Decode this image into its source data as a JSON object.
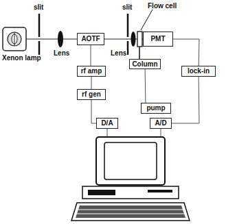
{
  "diagram": {
    "nodes": [
      {
        "text": [
          "AOTF"
        ]
      },
      {
        "text": [
          "PMT"
        ]
      },
      {
        "text": [
          "rf amp"
        ]
      },
      {
        "text": [
          "Column"
        ]
      },
      {
        "text": [
          "pump"
        ]
      },
      {
        "text": [
          "rf gen"
        ]
      },
      {
        "text": [
          "lock-in"
        ]
      },
      {
        "text": [
          "D/A"
        ]
      },
      {
        "text": [
          "A/D"
        ]
      }
    ],
    "edges": [
      {
        "from": 0,
        "to": 2,
        "arrow": "none"
      },
      {
        "from": 2,
        "to": 5,
        "arrow": "none"
      },
      {
        "from": 5,
        "to": 7,
        "arrow": "none"
      },
      {
        "from": 1,
        "to": 6,
        "arrow": "none"
      },
      {
        "from": 6,
        "to": 8,
        "arrow": "none"
      },
      {
        "from": 3,
        "to": 4,
        "arrow": "none"
      }
    ],
    "labels": [
      "slit",
      "slit",
      "Flow cell",
      "Lens",
      "Lens",
      "Xenon lamp"
    ]
  }
}
